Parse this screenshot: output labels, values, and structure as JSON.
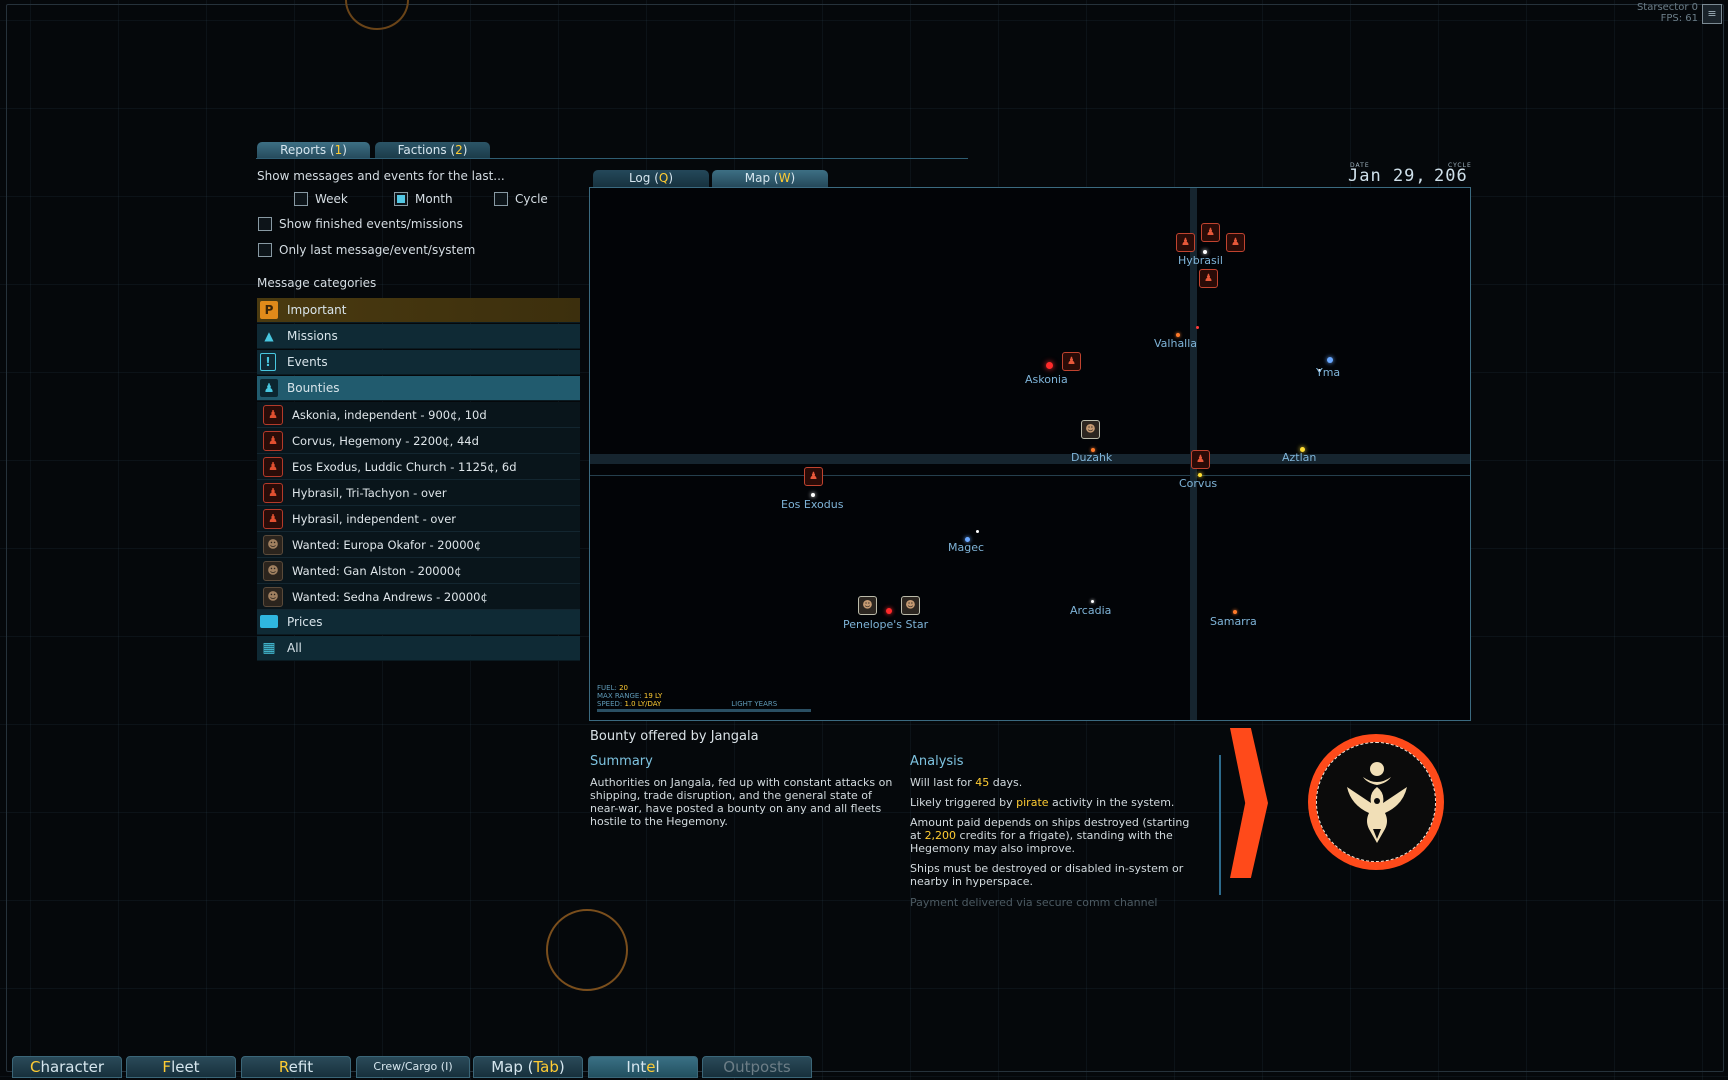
{
  "system": {
    "title": "Starsector 0",
    "fps_label": "FPS:",
    "fps_value": "61",
    "menu_icon": "menu-icon"
  },
  "tabs_top": [
    {
      "label": "Reports (",
      "key": "1",
      "suffix": ")"
    },
    {
      "label": "Factions (",
      "key": "2",
      "suffix": ")"
    }
  ],
  "filters": {
    "heading": "Show messages and events for the last...",
    "period": [
      {
        "label": "Week",
        "checked": false
      },
      {
        "label": "Month",
        "checked": true
      },
      {
        "label": "Cycle",
        "checked": false
      }
    ],
    "show_finished": "Show finished events/missions",
    "only_last": "Only last message/event/system",
    "categories_heading": "Message categories"
  },
  "categories": [
    {
      "label": "Important",
      "icon": "important-icon"
    },
    {
      "label": "Missions",
      "icon": "missions-icon"
    },
    {
      "label": "Events",
      "icon": "events-icon"
    },
    {
      "label": "Bounties",
      "icon": "bounties-icon"
    }
  ],
  "bounties": [
    {
      "label": "Askonia, independent - 900¢, 10d",
      "icon": "bounty-icon"
    },
    {
      "label": "Corvus, Hegemony - 2200¢, 44d",
      "icon": "bounty-icon"
    },
    {
      "label": "Eos Exodus, Luddic Church - 1125¢, 6d",
      "icon": "bounty-icon"
    },
    {
      "label": "Hybrasil, Tri-Tachyon - over",
      "icon": "bounty-icon"
    },
    {
      "label": "Hybrasil, independent - over",
      "icon": "bounty-icon"
    },
    {
      "label": "Wanted: Europa Okafor - 20000¢",
      "icon": "portrait-icon"
    },
    {
      "label": "Wanted: Gan Alston - 20000¢",
      "icon": "portrait-icon"
    },
    {
      "label": "Wanted: Sedna Andrews - 20000¢",
      "icon": "portrait-icon"
    }
  ],
  "categories_tail": [
    {
      "label": "Prices",
      "icon": "prices-icon"
    },
    {
      "label": "All",
      "icon": "all-icon"
    }
  ],
  "map_tabs": [
    {
      "label": "Log (",
      "key": "Q",
      "suffix": ")"
    },
    {
      "label": "Map (",
      "key": "W",
      "suffix": ")"
    }
  ],
  "date": {
    "date_label": "DATE",
    "cycle_label": "CYCLE",
    "value": "Jan 29,",
    "cycle": "206"
  },
  "systems": [
    {
      "name": "Hybrasil",
      "star_color": "#ffffff"
    },
    {
      "name": "Valhalla",
      "star_color": "#ff7a2a"
    },
    {
      "name": "Askonia",
      "star_color": "#ff2a2a"
    },
    {
      "name": "Yma",
      "star_color": "#6aa8ff"
    },
    {
      "name": "Duzahk",
      "star_color": "#ff7a2a"
    },
    {
      "name": "Aztlan",
      "star_color": "#ffdd33"
    },
    {
      "name": "Corvus",
      "star_color": "#ffdd33"
    },
    {
      "name": "Eos Exodus",
      "star_color": "#ffffff"
    },
    {
      "name": "Magec",
      "star_color": "#6aa8ff"
    },
    {
      "name": "Arcadia",
      "star_color": "#ffffff"
    },
    {
      "name": "Penelope's Star",
      "star_color": "#ff2a2a"
    },
    {
      "name": "Samarra",
      "star_color": "#ff7a2a"
    }
  ],
  "map_legend": {
    "fuel_label": "FUEL:",
    "fuel_value": "20",
    "range_label": "MAX RANGE:",
    "range_value": "19 LY",
    "speed_label": "SPEED:",
    "speed_value": "1.0 LY/DAY",
    "units": "LIGHT YEARS"
  },
  "bounty_detail": {
    "title": "Bounty offered by Jangala",
    "summary_heading": "Summary",
    "summary_text": "Authorities on Jangala, fed up with constant attacks on shipping, trade disruption, and the general state of near-war, have posted a bounty on any and all fleets hostile to the Hegemony.",
    "analysis_heading": "Analysis",
    "a1_pre": "Will last for ",
    "a1_hl": "45",
    "a1_post": " days.",
    "a2_pre": "Likely triggered by ",
    "a2_hl": "pirate",
    "a2_post": " activity in the system.",
    "a3_pre": "Amount paid depends on ships destroyed (starting at ",
    "a3_hl": "2,200",
    "a3_post": " credits for a frigate), standing with the Hegemony may also improve.",
    "a4": "Ships must be destroyed or disabled in-system or nearby in hyperspace.",
    "a5": "Payment delivered via secure comm channel"
  },
  "emblem": {
    "icon": "hegemony-eagle-icon",
    "accent": "#ff4a1a"
  },
  "bottom_bar": [
    {
      "key": "C",
      "label": "haracter"
    },
    {
      "key": "F",
      "label": "leet"
    },
    {
      "key": "R",
      "label": "efit"
    },
    {
      "key": "",
      "label": "Crew/Cargo (I)"
    },
    {
      "key": "",
      "label": "Map (",
      "key2": "Tab",
      "suffix": ")"
    },
    {
      "key": "",
      "label": "Int",
      "key2": "e",
      "suffix": "l"
    },
    {
      "key": "",
      "label": "Outposts"
    }
  ]
}
